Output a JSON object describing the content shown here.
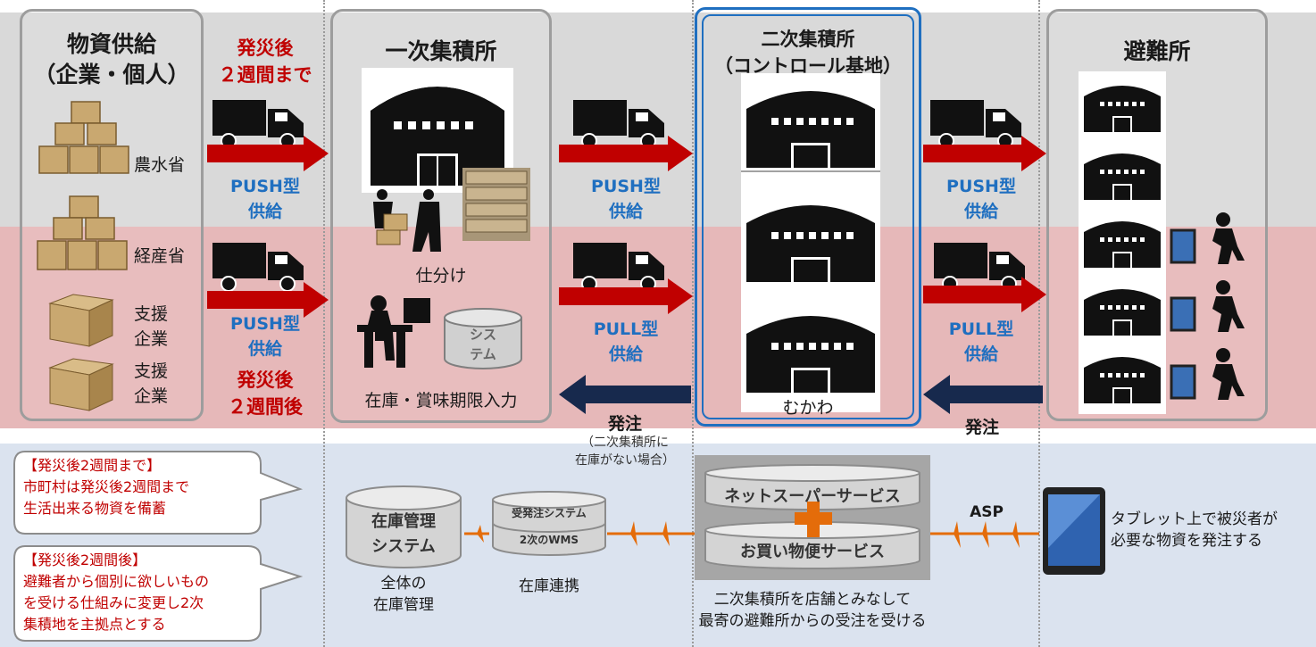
{
  "supply": {
    "title1": "物資供給",
    "title2": "（企業・個人）",
    "items": [
      "農水省",
      "経産省",
      "支援\n企業",
      "支援\n企業"
    ]
  },
  "phase": {
    "before_1": "発災後",
    "before_2": "２週間まで",
    "after_1": "発災後",
    "after_2": "２週間後"
  },
  "flow": {
    "push_1": "PUSH型",
    "push_2": "供給",
    "pull_1": "PULL型",
    "pull_2": "供給",
    "order": "発注",
    "order_note": "（二次集積所に\n在庫がない場合）",
    "order2": "発注"
  },
  "primary": {
    "title": "一次集積所",
    "sorting": "仕分け",
    "system_label": "シス\nテム",
    "inventory_entry": "在庫・賞味期限入力"
  },
  "secondary": {
    "title1": "二次集積所",
    "title2": "（コントロール基地）",
    "location": "むかわ"
  },
  "shelter": {
    "title": "避難所"
  },
  "bottom": {
    "callout1": "【発災後2週間まで】\n市町村は発災後2週間まで\n生活出来る物資を備蓄",
    "callout2": "【発災後2週間後】\n避難者から個別に欲しいもの\nを受ける仕組みに変更し2次\n集積地を主拠点とする",
    "inventory_system_1": "在庫管理",
    "inventory_system_2": "システム",
    "inventory_caption": "全体の\n在庫管理",
    "order_system": "受発注システム",
    "wms": "2次のWMS",
    "link_caption": "在庫連携",
    "net_super": "ネットスーパーサービス",
    "delivery": "お買い物便サービス",
    "store_caption": "二次集積所を店舗とみなして\n最寄の避難所からの受注を受ける",
    "asp": "ASP",
    "tablet_caption": "タブレット上で被災者が\n必要な物資を発注する"
  },
  "colors": {
    "red_text": "#c00000",
    "blue_text": "#1f6fc0",
    "arrow_red": "#c00000",
    "arrow_navy": "#17294d",
    "link_orange": "#e46c0a",
    "highlight_border": "#1f6fc0"
  }
}
